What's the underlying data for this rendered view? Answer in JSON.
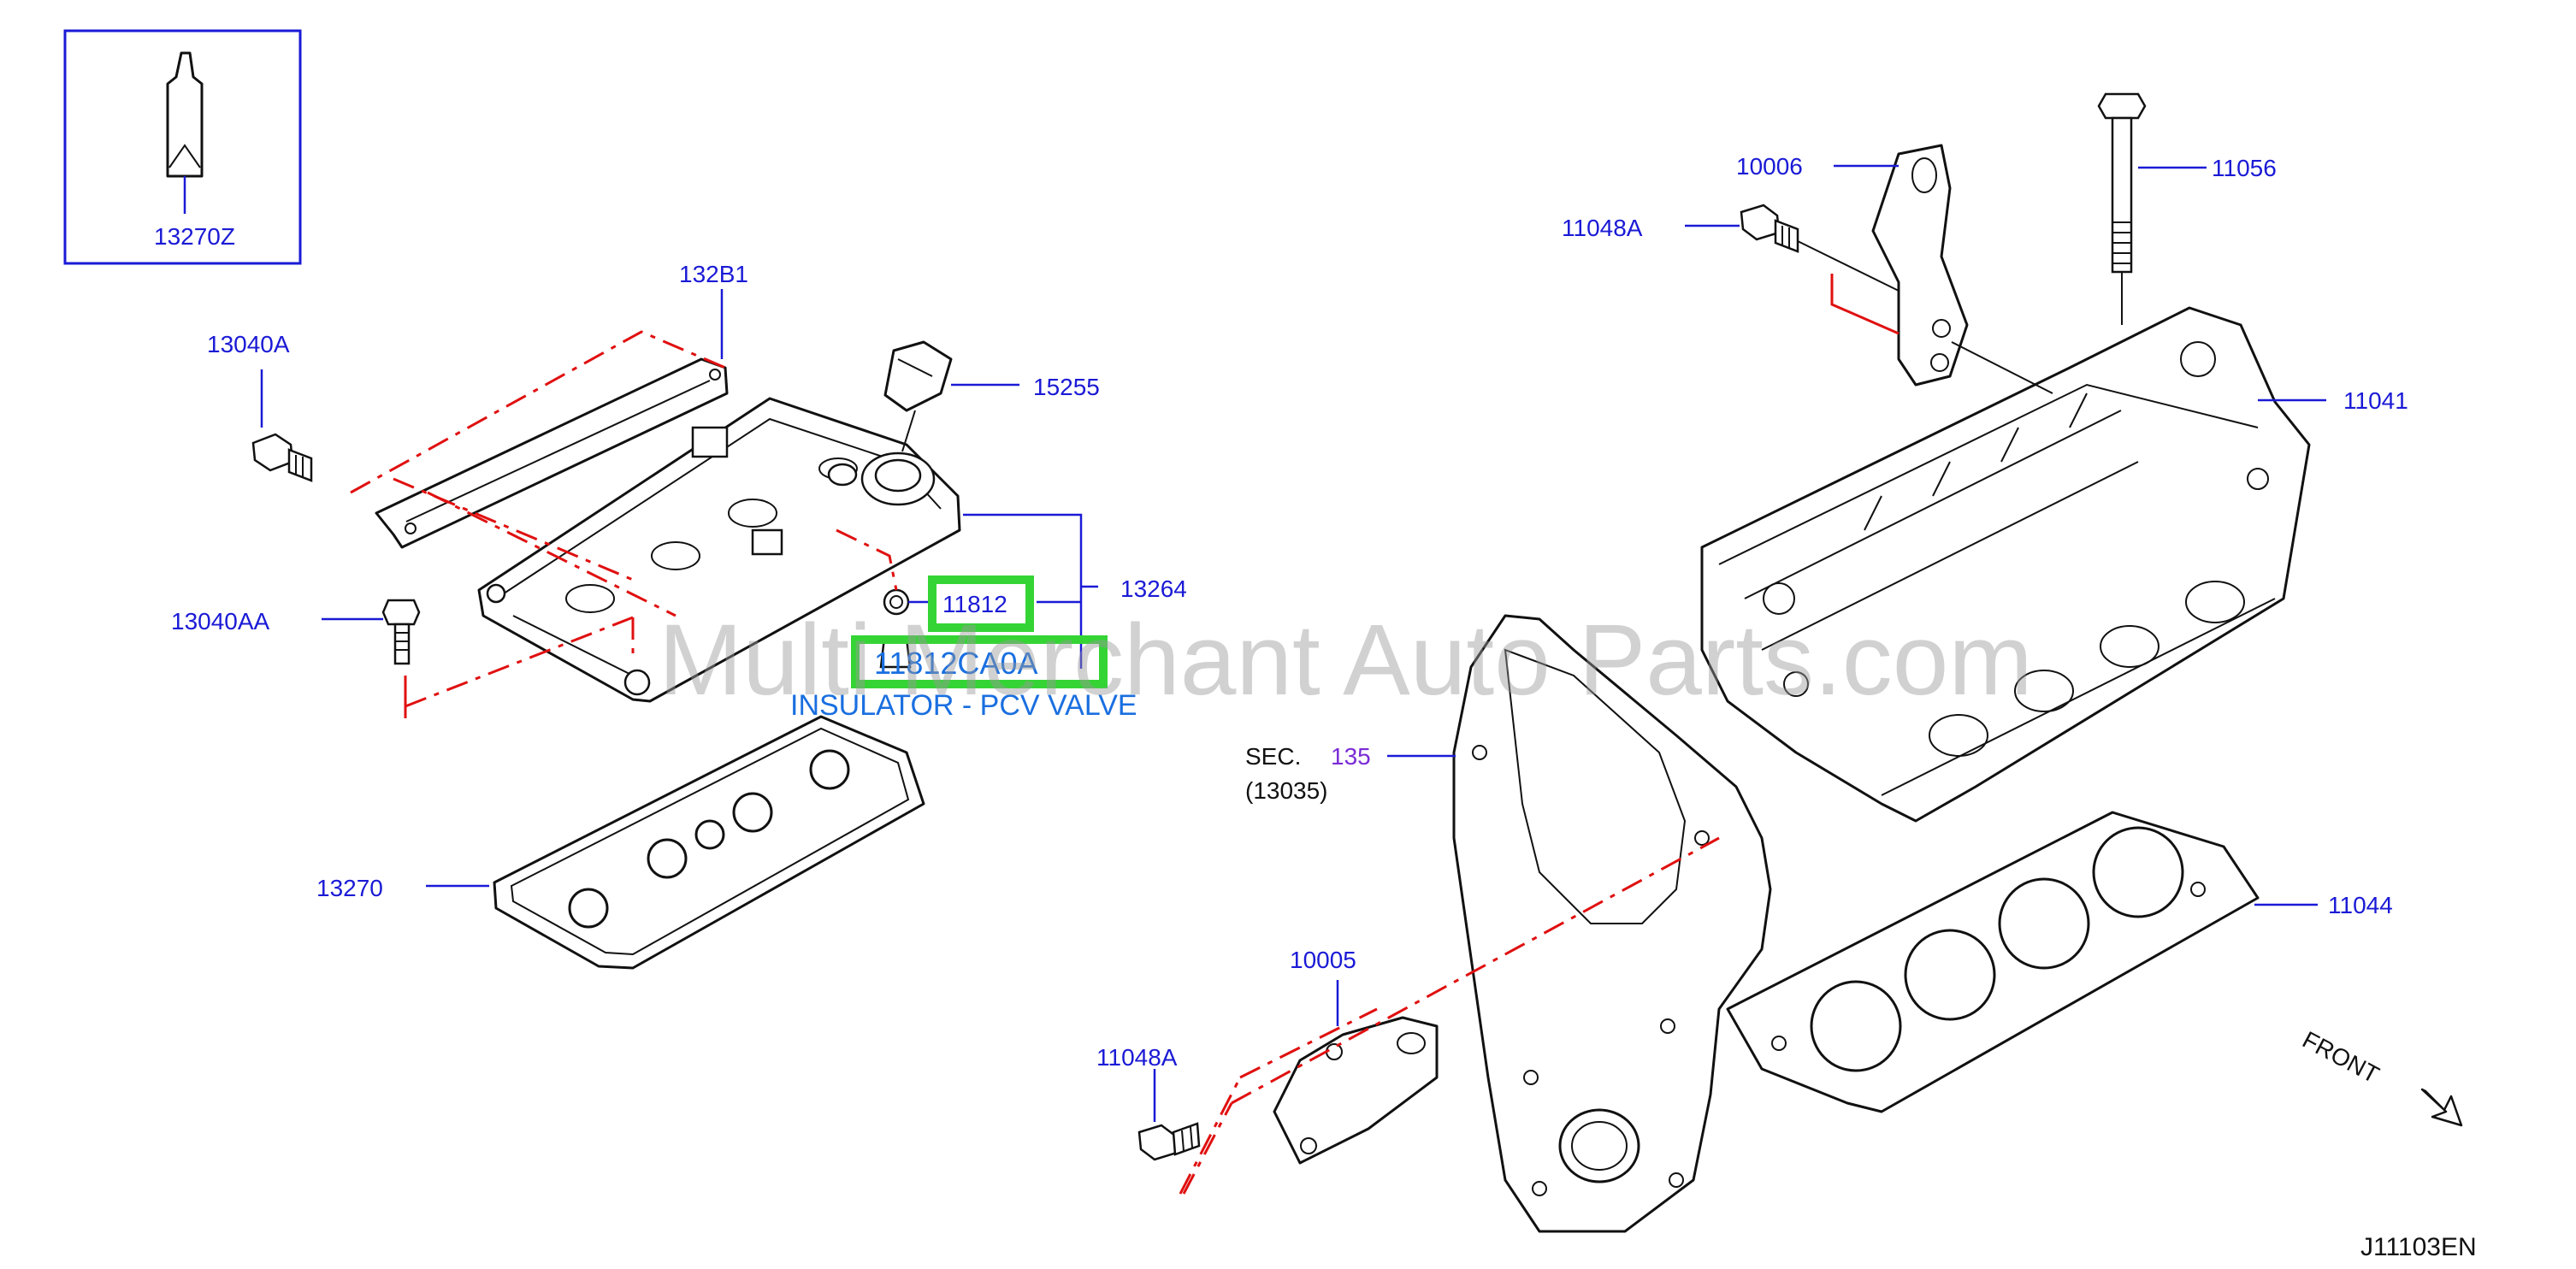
{
  "part_labels": {
    "p13270Z": "13270Z",
    "p132B1": "132B1",
    "p13040A": "13040A",
    "p15255": "15255",
    "p13264": "13264",
    "p11812": "11812",
    "p13040AA": "13040AA",
    "p13270": "13270",
    "p10006": "10006",
    "p11048A_top": "11048A",
    "p11056": "11056",
    "p11041": "11041",
    "p11044": "11044",
    "p10005": "10005",
    "p11048A_bottom": "11048A"
  },
  "section_ref": {
    "prefix": "SEC.",
    "number": "135",
    "sub": "(13035)"
  },
  "highlighted_part": {
    "number": "11812CA0A",
    "description": "INSULATOR - PCV VALVE"
  },
  "watermark": "Multi Merchant Auto Parts.com",
  "direction_label": "FRONT",
  "figure_code": "J11103EN",
  "colors": {
    "callout": "#1a1ad6",
    "dash_line": "#e01010",
    "highlight": "#35d435",
    "description": "#1a6fe0",
    "section_number": "#7a2bd6"
  }
}
